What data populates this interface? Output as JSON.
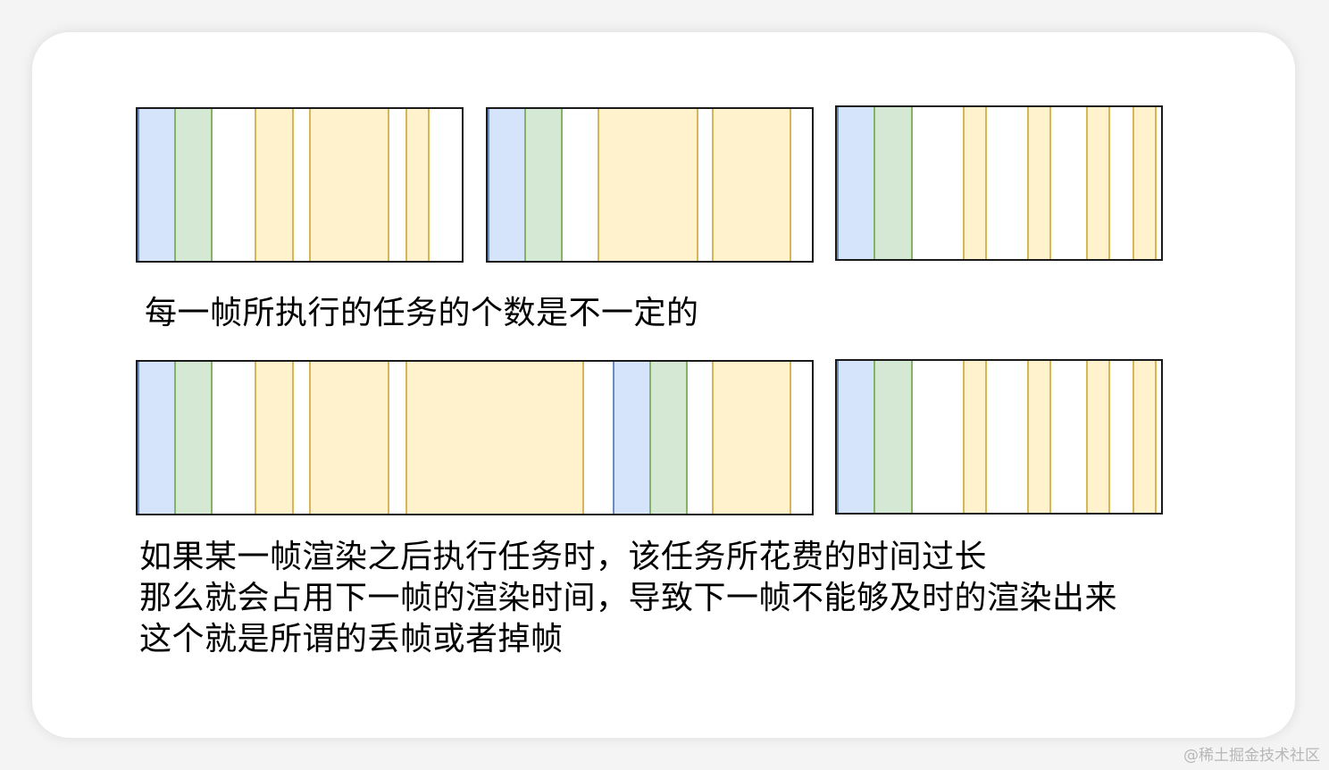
{
  "captions": {
    "top": "每一帧所执行的任务的个数是不一定的",
    "bottom": [
      "如果某一帧渲染之后执行任务时，该任务所花费的时间过长",
      "那么就会占用下一帧的渲染时间，导致下一帧不能够及时的渲染出来",
      "这个就是所谓的丢帧或者掉帧"
    ]
  },
  "watermark": "@稀土掘金技术社区",
  "colors": {
    "blue": "#d6e4fb",
    "green": "#d5e8d4",
    "yellow": "#fff2cc",
    "frame_border": "#1a1a1a"
  },
  "legend_semantics": {
    "blue": "blue-task-block",
    "green": "green-task-block",
    "yellow": "yellow-task-block"
  },
  "frames": {
    "row1": [
      {
        "segments": [
          "blue",
          "green",
          "yellow",
          "yellow",
          "yellow"
        ]
      },
      {
        "segments": [
          "blue",
          "green",
          "yellow",
          "yellow"
        ]
      },
      {
        "segments": [
          "blue",
          "green",
          "yellow",
          "yellow",
          "yellow",
          "yellow"
        ]
      }
    ],
    "row2": [
      {
        "segments": [
          "blue",
          "green",
          "yellow",
          "yellow",
          "yellow",
          "blue",
          "green",
          "yellow"
        ]
      },
      {
        "segments": [
          "blue",
          "green",
          "yellow",
          "yellow",
          "yellow",
          "yellow"
        ]
      }
    ]
  }
}
